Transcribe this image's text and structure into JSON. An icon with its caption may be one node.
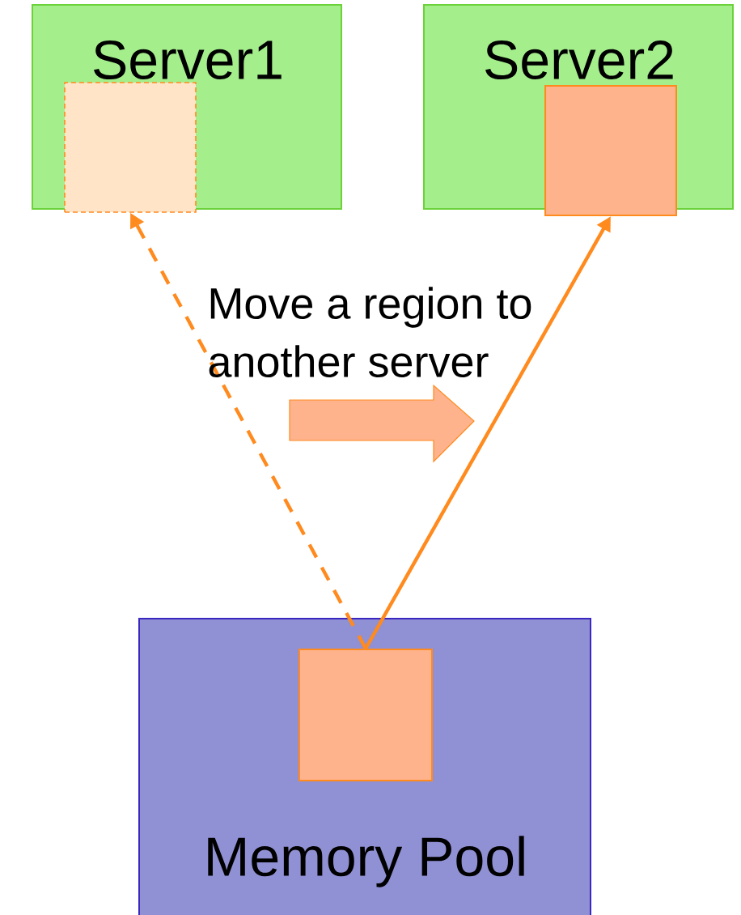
{
  "diagram": {
    "nodes": [
      {
        "text": [
          "Server1"
        ]
      },
      {
        "text": [],
        "shape": "box",
        "in": 0
      },
      {
        "text": [
          "Server2"
        ]
      },
      {
        "text": [],
        "shape": "box",
        "in": 2
      },
      {
        "text": [
          "Memory Pool"
        ]
      },
      {
        "text": [],
        "shape": "box",
        "in": 4
      }
    ],
    "edges": [
      {
        "from": 5,
        "to": 1,
        "arrow": "to",
        "style": "dashed"
      },
      {
        "from": 5,
        "to": 3,
        "arrow": "to"
      }
    ],
    "labels": [
      "Move a region to another server"
    ]
  }
}
